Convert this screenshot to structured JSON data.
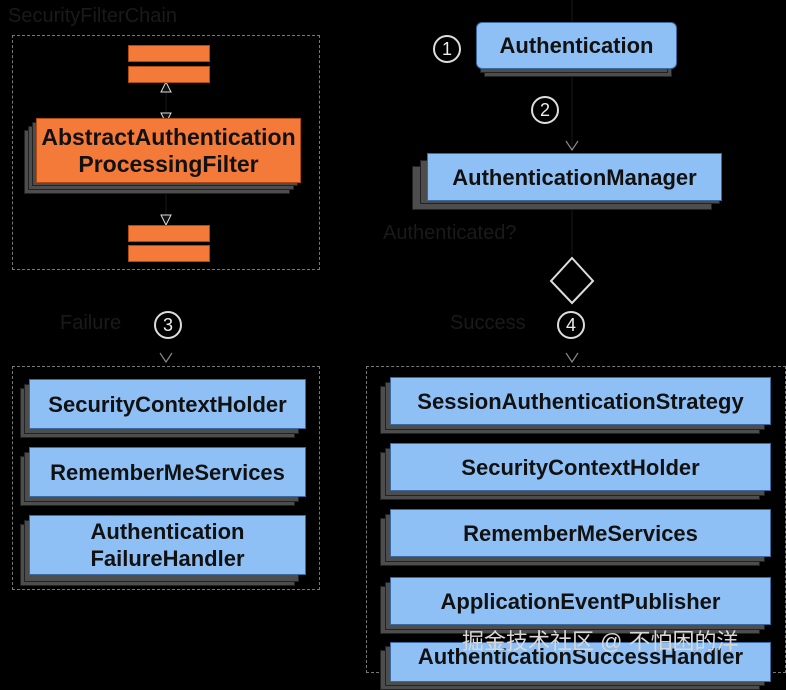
{
  "chain": {
    "title": "SecurityFilterChain",
    "filter_line1": "AbstractAuthentication",
    "filter_line2": "ProcessingFilter"
  },
  "flow": {
    "step1": "1",
    "step2": "2",
    "step3": "3",
    "step4": "4",
    "authentication": "Authentication",
    "manager": "AuthenticationManager",
    "decision": "Authenticated?",
    "failure": "Failure",
    "success": "Success"
  },
  "failure_handlers": [
    "SecurityContextHolder",
    "RememberMeServices",
    "Authentication",
    "FailureHandler"
  ],
  "success_handlers": [
    "SessionAuthenticationStrategy",
    "SecurityContextHolder",
    "RememberMeServices",
    "ApplicationEventPublisher",
    "AuthenticationSuccessHandler"
  ],
  "watermark": "掘金技术社区 @ 不怕困的洋",
  "colors": {
    "blue": "#8fc0f5",
    "orange": "#f47a3a",
    "background": "#000000"
  }
}
